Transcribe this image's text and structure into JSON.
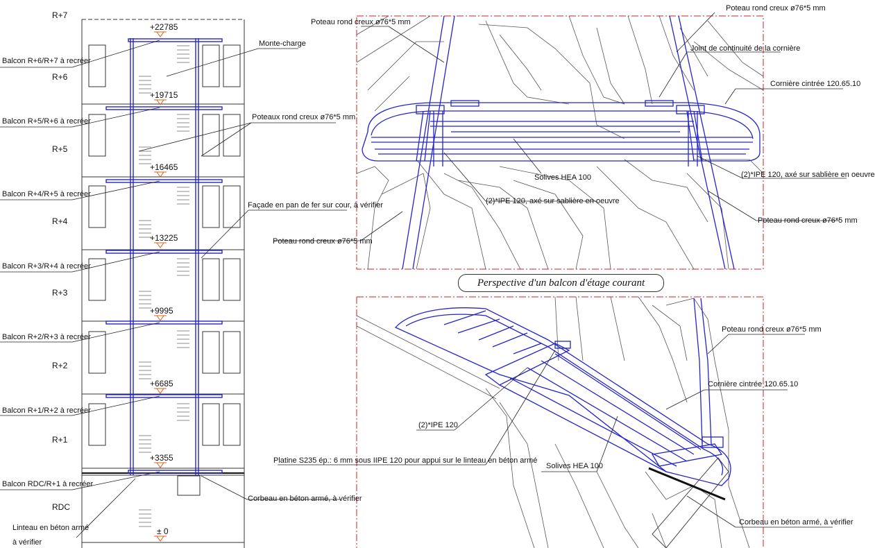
{
  "levels": [
    "R+7",
    "R+6",
    "R+5",
    "R+4",
    "R+3",
    "R+2",
    "R+1",
    "RDC"
  ],
  "elevations": [
    "+22785",
    "+19715",
    "+16465",
    "+13225",
    "+9995",
    "+6685",
    "+3355",
    "± 0"
  ],
  "left_labels": [
    "Balcon R+6/R+7 à recréer",
    "Balcon R+5/R+6 à recréer",
    "Balcon R+4/R+5 à recréer",
    "Balcon R+3/R+4 à recréer",
    "Balcon R+2/R+3 à recréer",
    "Balcon R+1/R+2 à recréer",
    "Balcon RDC/R+1 à recréer"
  ],
  "linteau": [
    "Linteau en béton armé",
    "à vérifier"
  ],
  "elevation_labels": {
    "monte_charge": "Monte-charge",
    "poteaux": "Poteaux rond creux ø76*5 mm",
    "facade": "Façade en pan de fer sur cour, à vérifier",
    "corbeau": "Corbeau en béton armé, à vérifier"
  },
  "top_view": {
    "poteau_tl": "Poteau rond creux ø76*5 mm",
    "poteau_tr": "Poteau rond creux ø76*5 mm",
    "joint": "Joint de continuité de la cornière",
    "corniere": "Cornière cintrée 120.65.10",
    "solives": "Solives HEA 100",
    "ipe_right": "(2)*IPE 120, axé sur sablière en oeuvre",
    "ipe_left": "(2)*IPE 120, axé sur sablière en oeuvre",
    "poteau_r": "Poteau rond creux ø76*5 mm",
    "poteau_l": "Poteau rond creux ø76*5 mm"
  },
  "caption": "Perspective d'un  balcon d'étage courant",
  "bottom_view": {
    "poteau": "Poteau rond creux ø76*5 mm",
    "corniere": "Cornière cintrée 120.65.10",
    "ipe": "(2)*IPE 120",
    "platine": "Platine S235 ép.: 6 mm sous IIPE 120 pour appui sur le linteau en béton armé",
    "solives": "Solives HEA 100",
    "corbeau": "Corbeau en béton armé, à vérifier"
  },
  "colors": {
    "structure": "#2424c8",
    "linework": "#222222",
    "frame": "#d02020"
  }
}
